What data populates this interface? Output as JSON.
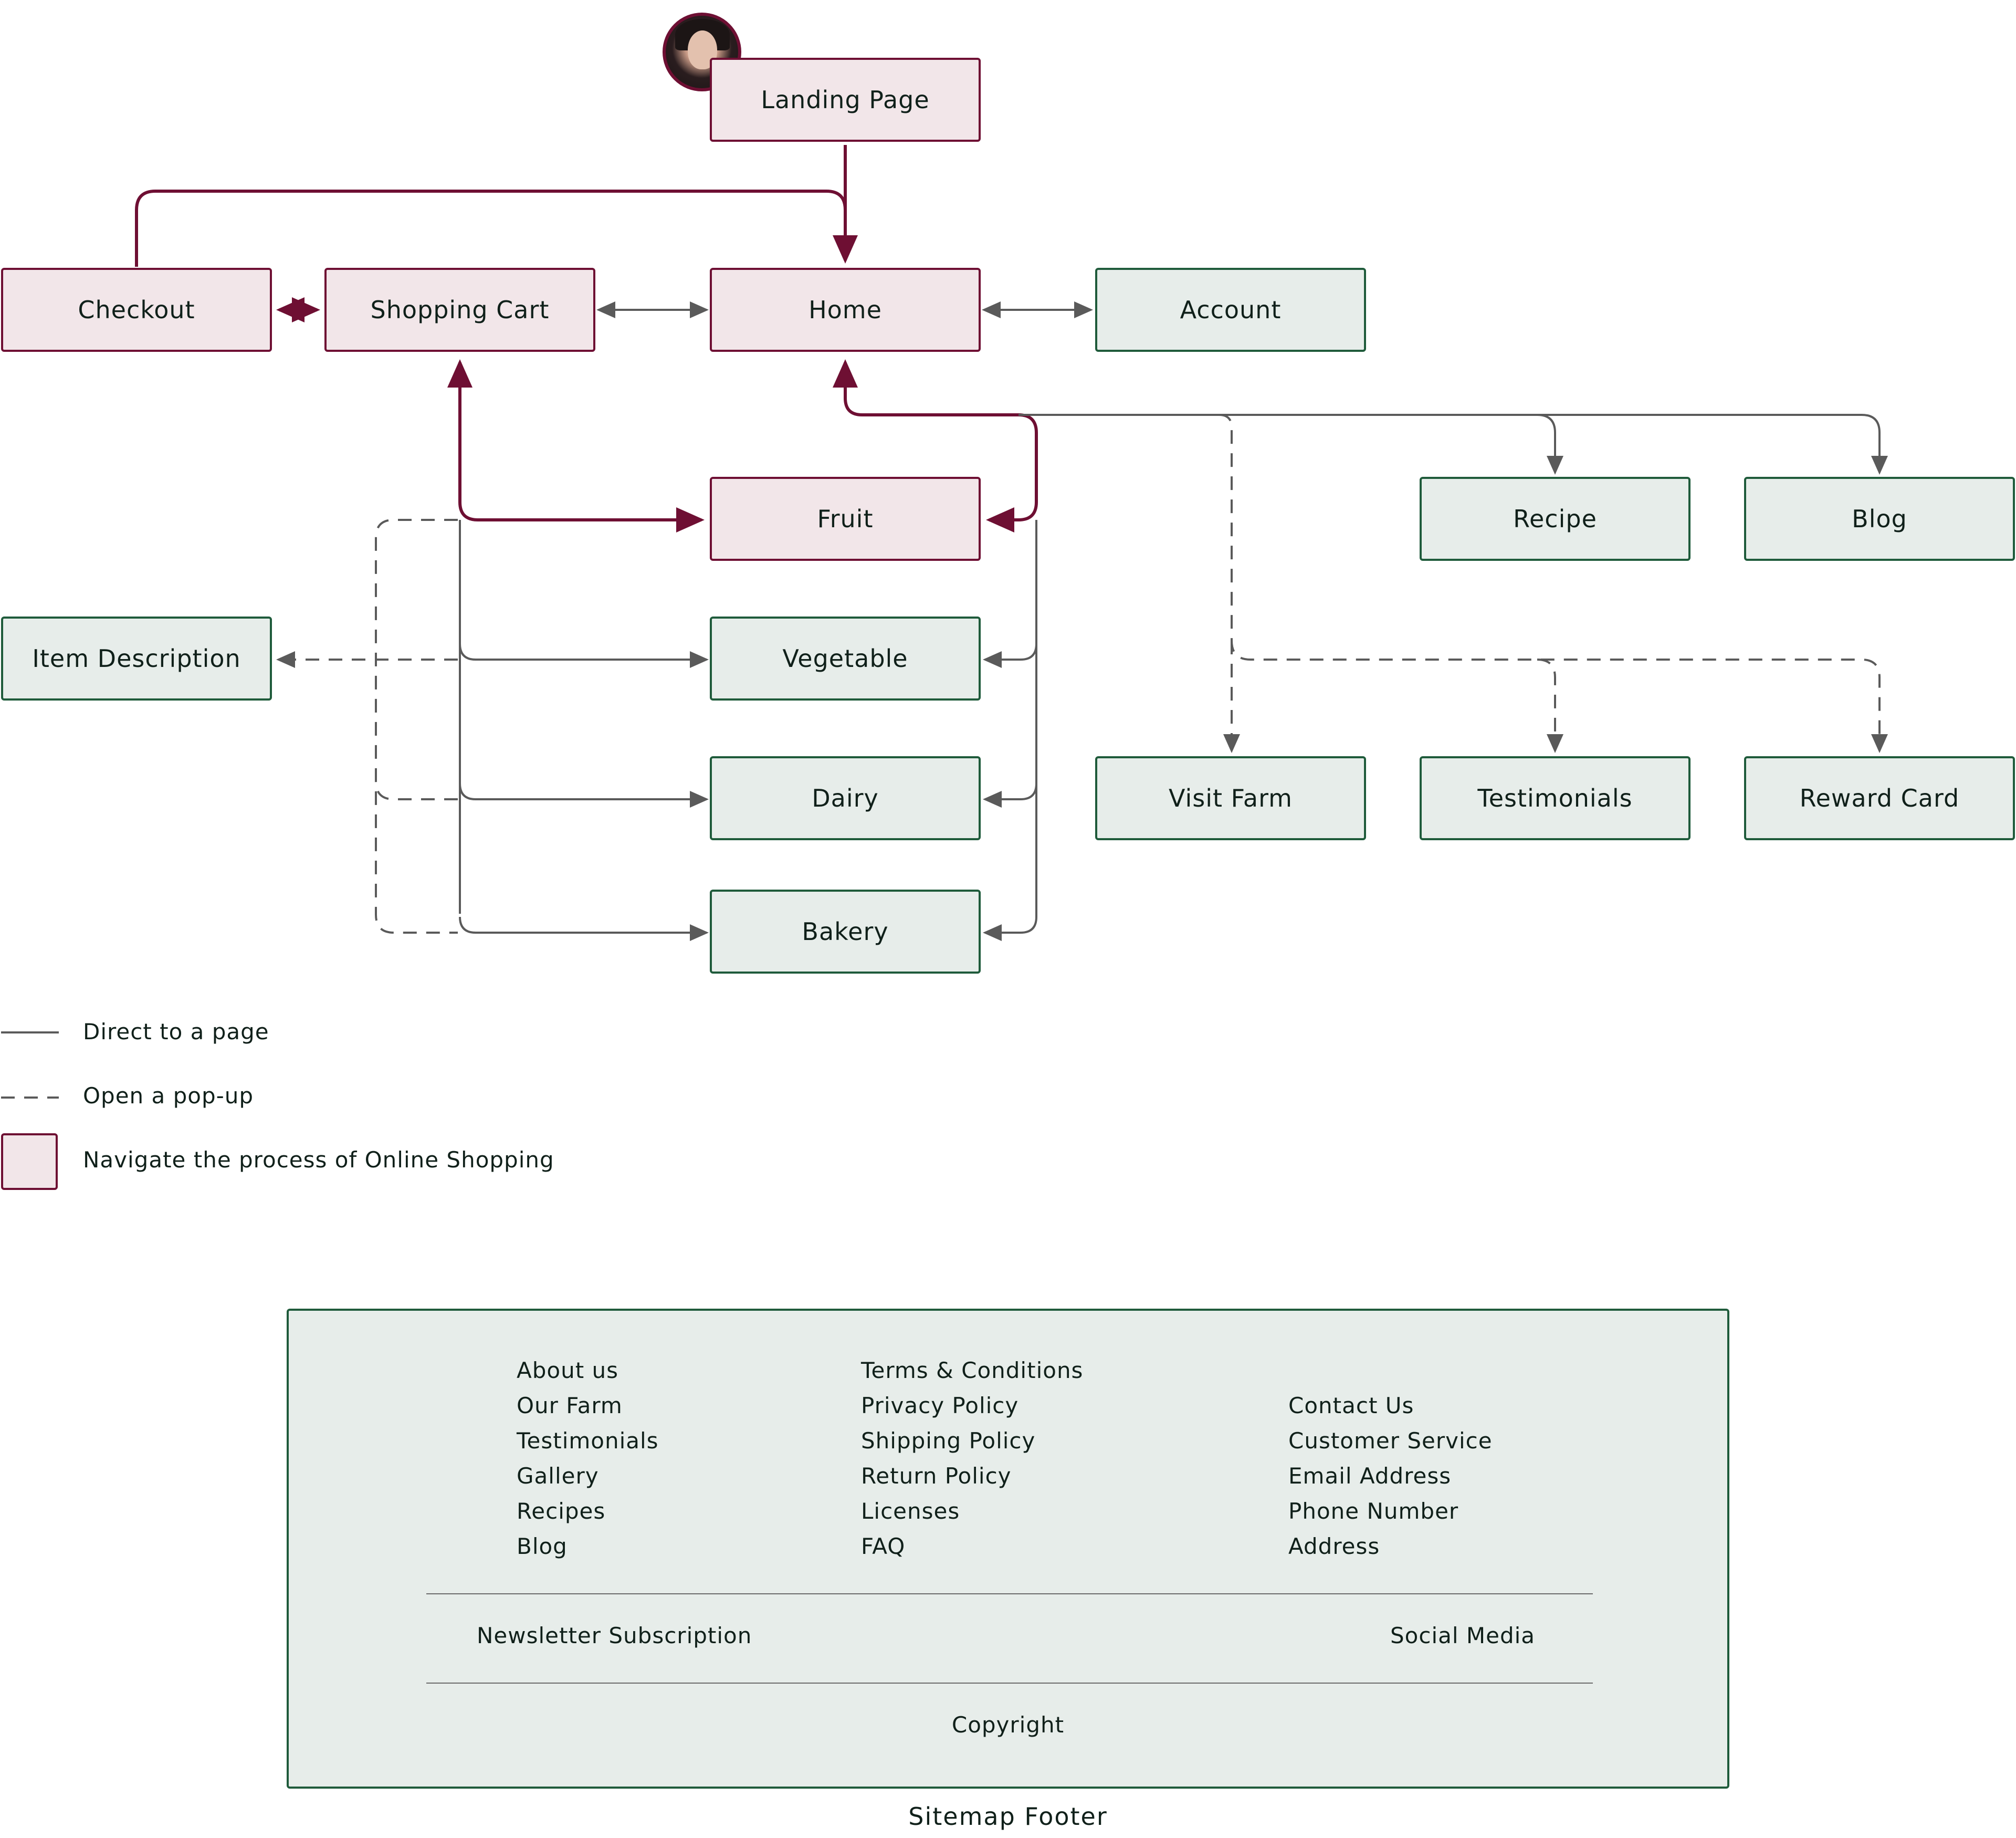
{
  "colors": {
    "shopping_fill": "#f2e6e9",
    "shopping_border": "#6e0f33",
    "page_fill": "#e7edea",
    "page_border": "#1f5b3b",
    "link_line": "#5a5a5a"
  },
  "avatar_icon": "woman-portrait",
  "nodes": {
    "landing": "Landing Page",
    "checkout": "Checkout",
    "cart": "Shopping Cart",
    "home": "Home",
    "account": "Account",
    "fruit": "Fruit",
    "recipe": "Recipe",
    "blog": "Blog",
    "item_description": "Item Description",
    "vegetable": "Vegetable",
    "dairy": "Dairy",
    "bakery": "Bakery",
    "visit_farm": "Visit Farm",
    "testimonials": "Testimonials",
    "reward_card": "Reward Card"
  },
  "legend": {
    "direct": "Direct to a page",
    "popup": "Open a pop-up",
    "shopping": "Navigate the process of Online Shopping"
  },
  "footer": {
    "col1": [
      "About us",
      "Our Farm",
      "Testimonials",
      "Gallery",
      "Recipes",
      "Blog"
    ],
    "col2": [
      "Terms & Conditions",
      "Privacy Policy",
      "Shipping Policy",
      "Return Policy",
      "Licenses",
      "FAQ"
    ],
    "col3": [
      "Contact Us",
      "Customer Service",
      "Email Address",
      "Phone Number",
      "Address"
    ],
    "newsletter": "Newsletter Subscription",
    "social": "Social Media",
    "copyright": "Copyright",
    "caption": "Sitemap Footer"
  }
}
